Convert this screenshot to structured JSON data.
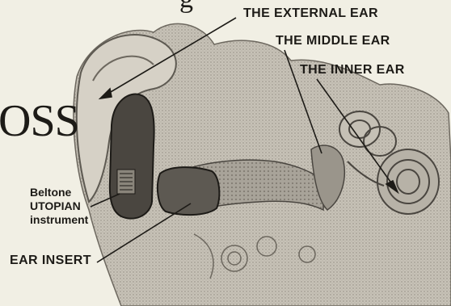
{
  "partial_text_top": "g",
  "partial_text_left": "OSS",
  "labels": {
    "external_ear": "THE EXTERNAL EAR",
    "middle_ear": "THE MIDDLE EAR",
    "inner_ear": "THE INNER EAR",
    "instrument_line1": "Beltone",
    "instrument_line2": "UTOPIAN",
    "instrument_line3": "instrument",
    "ear_insert": "EAR INSERT"
  },
  "colors": {
    "paper": "#f1efe4",
    "ink": "#1d1b17",
    "tissue": "#bdb8ad",
    "shadow": "#6d685f",
    "device": "#4a4640"
  }
}
